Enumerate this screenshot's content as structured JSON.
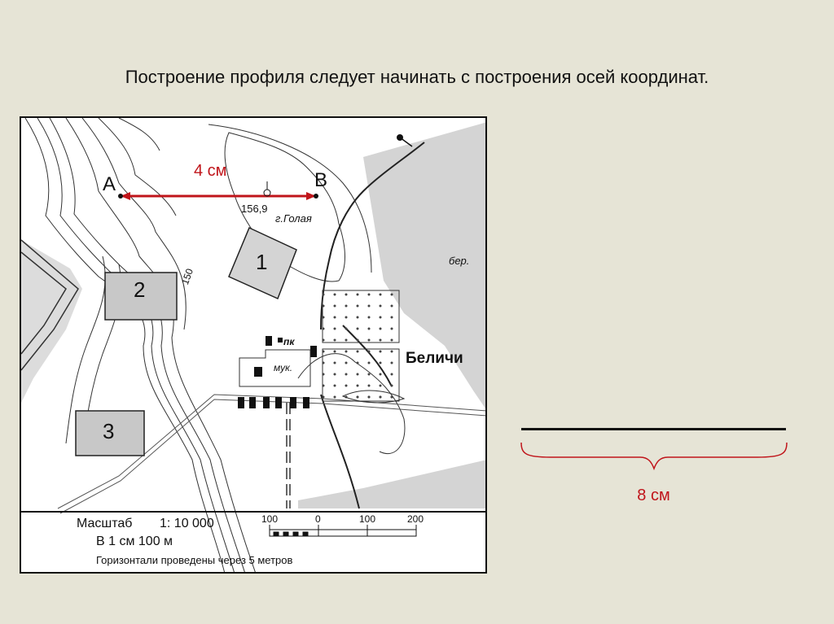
{
  "slide": {
    "title": "Построение профиля следует начинать с построения осей координат."
  },
  "map": {
    "distance_label": "4 см",
    "point_a": "A",
    "point_b": "B",
    "elevation": "156,9",
    "hill_name": "г.Голая",
    "contour_150": "150",
    "village": "Беличи",
    "bank_label": "бер.",
    "building_pk": "пк",
    "building_muk": "мук.",
    "area_labels": [
      "1",
      "2",
      "3"
    ],
    "colors": {
      "measure_line": "#c0141a",
      "hatch_gray": "#d4d4d4",
      "map_ink": "#111111"
    }
  },
  "legend": {
    "scale_label": "Масштаб",
    "scale_ratio": "1: 10 000",
    "scale_note": "В 1 см 100 м",
    "contour_note": "Горизонтали проведены через 5 метров",
    "scale_ticks": [
      "100",
      "0",
      "100",
      "200"
    ]
  },
  "profile_axis": {
    "length_label": "8 см"
  }
}
